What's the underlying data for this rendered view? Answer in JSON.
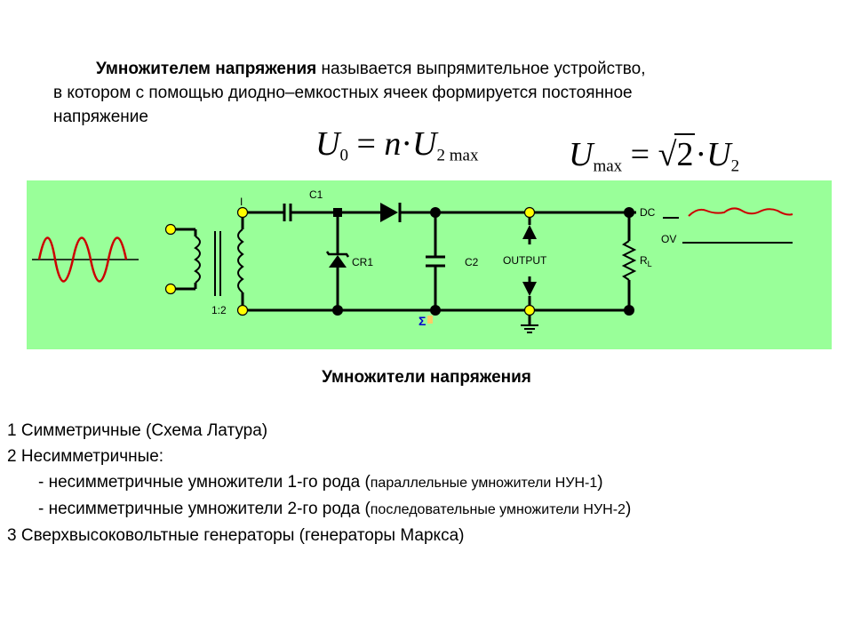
{
  "intro": {
    "term": "Умножителем напряжения",
    "rest_line1": " называется выпрямительное устройство,",
    "line2": "в котором с помощью диодно–емкостных ячеек формируется постоянное",
    "line3": "напряжение"
  },
  "formulas": {
    "f1": {
      "lhs": "U",
      "lhs_sub": "0",
      "eq": "=",
      "n": "n",
      "dot": "·",
      "rhs": "U",
      "rhs_sub": "2 max"
    },
    "f2": {
      "lhs": "U",
      "lhs_sub": "max",
      "eq": "=",
      "root": "√",
      "radicand": "2",
      "dot": "·",
      "rhs": "U",
      "rhs_sub": "2"
    }
  },
  "circuit": {
    "background": "#99ff99",
    "wire_color": "#000000",
    "node_color": "#ffff00",
    "signal_color": "#cc0000",
    "labels": {
      "i": "I",
      "ratio": "1:2",
      "c1": "C1",
      "cr1": "CR1",
      "c2": "C2",
      "output": "OUTPUT",
      "rl": "R",
      "rl_sub": "L",
      "dc": "DC",
      "ov": "OV",
      "sigma": "Σ"
    }
  },
  "heading": "Умножители напряжения",
  "list": {
    "item1": {
      "main": "1 Симметричные  (Схема Латура)"
    },
    "item2": {
      "main": "2 Несимметричные:"
    },
    "item2a": {
      "main": "- несимметричные умножители 1-го рода (",
      "small": "параллельные умножители НУН-1",
      "end": ")"
    },
    "item2b": {
      "main": "- несимметричные умножители 2-го рода (",
      "small": "последовательные умножители  НУН-2",
      "end": ")"
    },
    "item3": {
      "main": "3 Сверхвысоковольтные генераторы (генераторы Маркса)"
    }
  }
}
